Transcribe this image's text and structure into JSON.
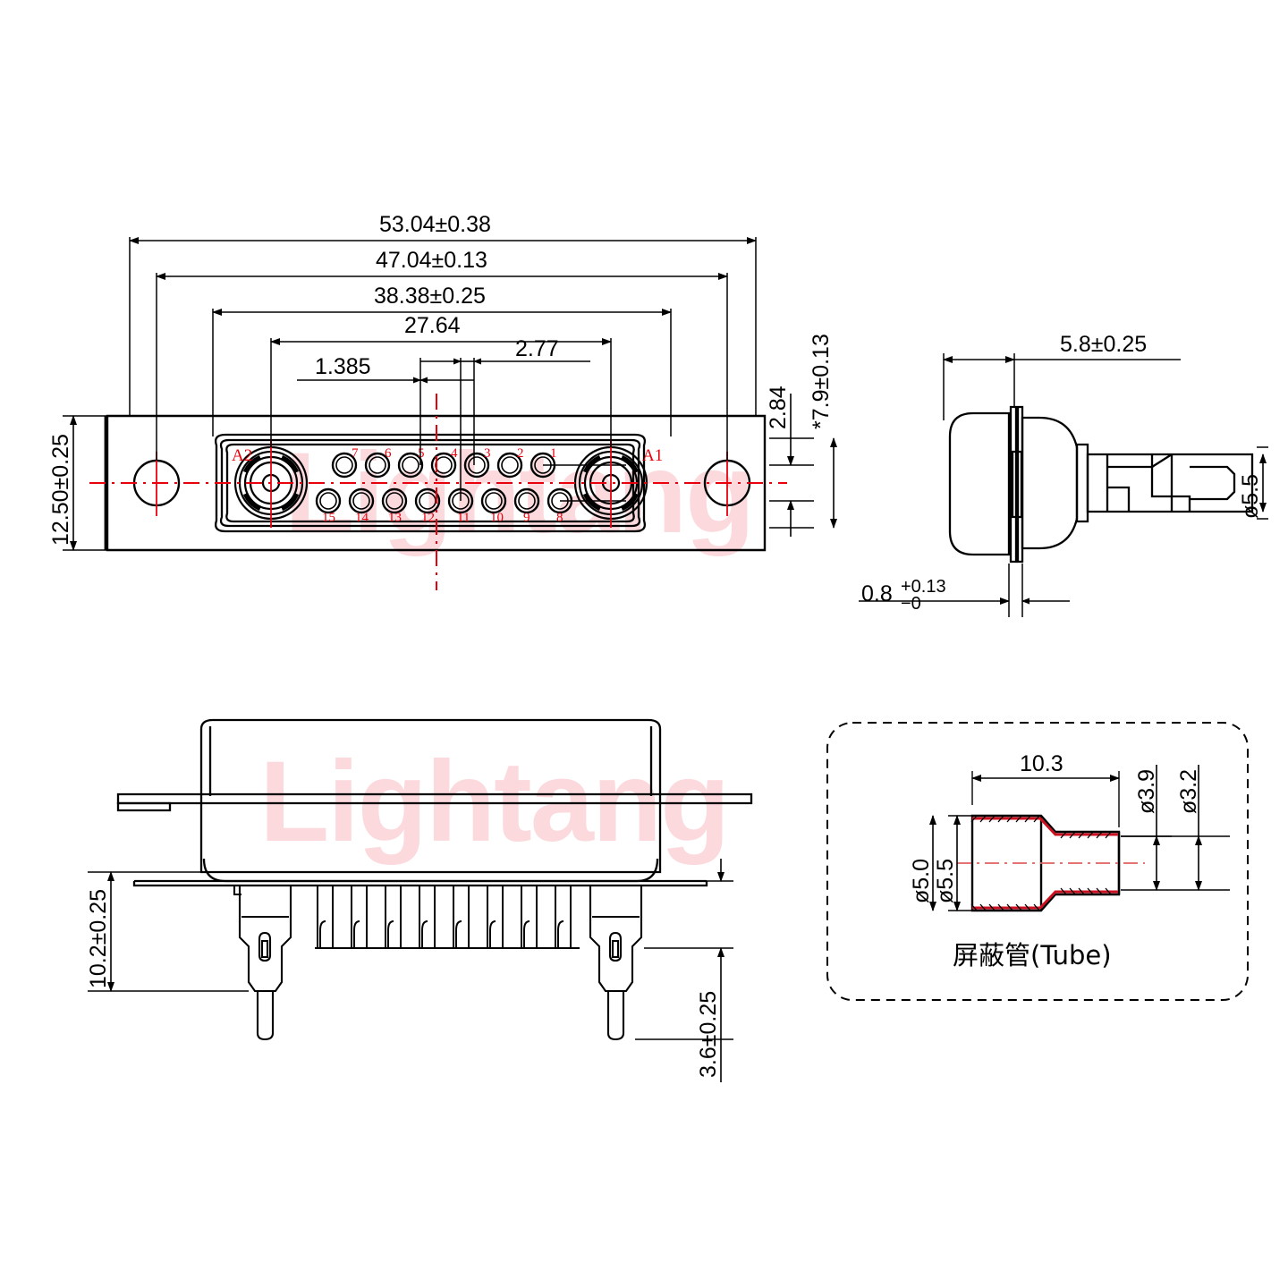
{
  "drawing": {
    "title": "D-SUB connector technical drawing",
    "watermark": "Lightang",
    "watermark_color": "#fbd9dd",
    "line_color": "#000000",
    "center_line_color": "#e8000d"
  },
  "front_view": {
    "dimensions": {
      "overall_width": "53.04±0.38",
      "mount_hole_span": "47.04±0.13",
      "shell_width": "38.38±0.25",
      "contact_span": "27.64",
      "half_pitch": "1.385",
      "pitch": "2.77",
      "row_offset": "2.84",
      "row_span": "*7.9±0.13",
      "overall_height": "12.50±0.25"
    },
    "coax_labels": {
      "left": "A2",
      "right": "A1"
    },
    "pins_top": [
      "7",
      "6",
      "5",
      "4",
      "3",
      "2",
      "1"
    ],
    "pins_bottom": [
      "15",
      "14",
      "13",
      "12",
      "11",
      "10",
      "9",
      "8"
    ]
  },
  "side_view": {
    "dimensions": {
      "body_depth": "5.8±0.25",
      "contact_dia": "ø5.5",
      "flange_thickness_value": "0.8",
      "flange_tol_upper": "+0.13",
      "flange_tol_lower": "−0"
    }
  },
  "bottom_view": {
    "dimensions": {
      "body_height": "10.2±0.25",
      "tail_length": "3.6±0.25"
    }
  },
  "tube_detail": {
    "caption": "屏蔽管(Tube)",
    "dimensions": {
      "length": "10.3",
      "outer_dia_large": "ø5.0",
      "inner_dia_large": "ø5.5",
      "outer_dia_small": "ø3.9",
      "inner_dia_small": "ø3.2"
    }
  }
}
